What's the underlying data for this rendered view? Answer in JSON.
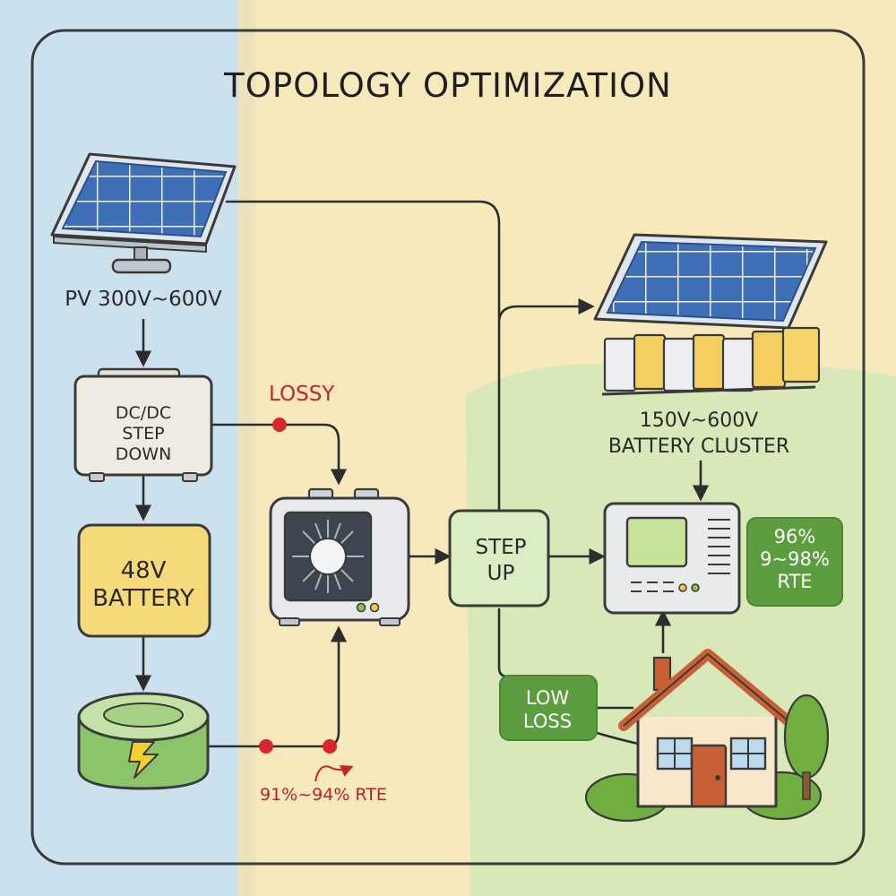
{
  "title": "TOPOLOGY OPTIMIZATION",
  "nodes": {
    "pv": {
      "label": "PV 300V~600V"
    },
    "dcdc": {
      "label": "DC/DC\nSTEP\nDOWN"
    },
    "battery48": {
      "label": "48V\nBATTERY"
    },
    "lossy": {
      "label": "LOSSY"
    },
    "rte_left": {
      "label": "91%~94% RTE"
    },
    "step_up": {
      "label": "STEP\nUP"
    },
    "battery_cluster": {
      "label": "150V~600V\nBATTERY CLUSTER"
    },
    "rte_right": {
      "label": "96%\n9~98%\nRTE"
    },
    "low_loss": {
      "label": "LOW\nLOSS"
    }
  },
  "colors": {
    "blue_zone": "#bcd9ee",
    "yellow_zone": "#f7e3a8",
    "green_zone": "#d4e8b8",
    "lossy_red": "#c0262a",
    "green_badge": "#5c9e3f",
    "yellow_box": "#f6d978",
    "step_up_box": "#dbeec3"
  }
}
